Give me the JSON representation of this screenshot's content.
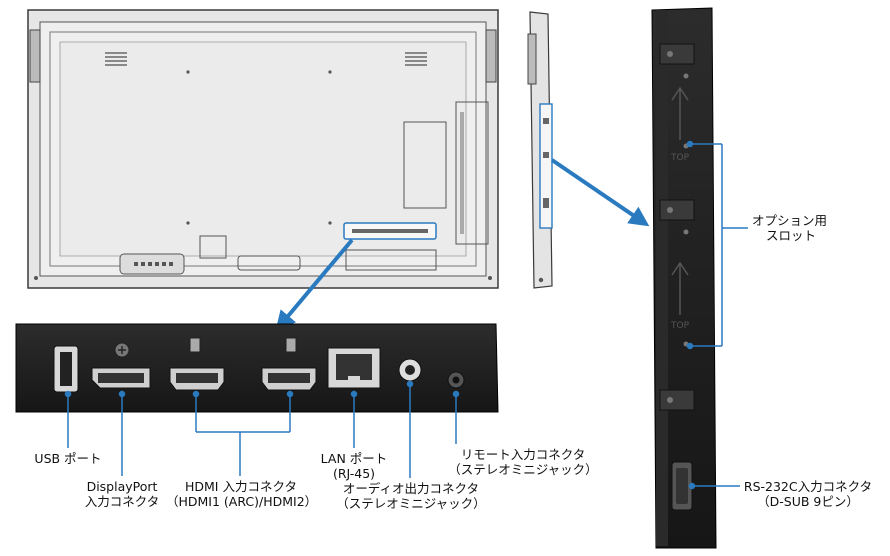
{
  "labels": {
    "option_slot": [
      "オプション用",
      "スロット"
    ],
    "usb_port": "USB ポート",
    "displayport": [
      "DisplayPort",
      "入力コネクタ"
    ],
    "hdmi": [
      "HDMI 入力コネクタ",
      "（HDMI1 (ARC)/HDMI2）"
    ],
    "lan": [
      "LAN ポート",
      "(RJ-45)"
    ],
    "audio_out": [
      "オーディオ出力コネクタ",
      "（ステレオミニジャック）"
    ],
    "remote_in": [
      "リモート入力コネクタ",
      "（ステレオミニジャック）"
    ],
    "rs232c": [
      "RS-232C入力コネクタ",
      "（D-SUB 9ピン）"
    ],
    "slot_marks": [
      "TOP",
      "TOP"
    ]
  },
  "colors": {
    "callout": "#2a7ac0",
    "panel_dark": "#1b1b1b",
    "monitor_fill": "#e8e8e8",
    "outline": "#3a3a3a"
  }
}
